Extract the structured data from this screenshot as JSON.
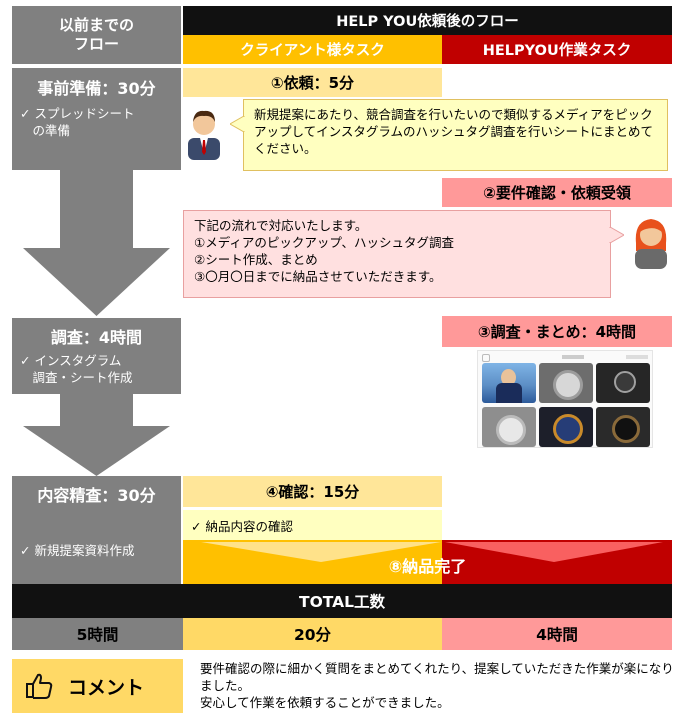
{
  "left_header": "以前までの\nフロー",
  "help_header": "HELP YOU依頼後のフロー",
  "client_tasks_header": "クライアント様タスク",
  "helpyou_tasks_header": "HELPYOU作業タスク",
  "prev_flow": [
    {
      "title": "事前準備：30分",
      "sub": "✓ スプレッドシート\n　の準備"
    },
    {
      "title": "調査：4時間",
      "sub": "✓ インスタグラム\n　調査・シート作成"
    },
    {
      "title": "内容精査：30分",
      "sub": "✓ 新規提案資料作成"
    }
  ],
  "steps": {
    "request_title": "①依頼：5分",
    "request_bubble": "新規提案にあたり、競合調査を行いたいので類似するメディアをピックアップしてインスタグラムのハッシュタグ調査を行いシートにまとめてください。",
    "requirements_title": "②要件確認・依頼受領",
    "requirements_bubble": "下記の流れで対応いたします。\n①メディアのピックアップ、ハッシュタグ調査\n②シート作成、まとめ\n③〇月〇日までに納品させていただきます。",
    "research_title": "③調査・まとめ：4時間",
    "confirm_title": "④確認：15分",
    "confirm_item": "✓ 納品内容の確認",
    "delivery": "⑧納品完了"
  },
  "total": {
    "title": "TOTAL工数",
    "before": "5時間",
    "client": "20分",
    "helpyou": "4時間"
  },
  "comment": {
    "label": "コメント",
    "text": "要件確認の際に細かく質問をまとめてくれたり、提案していただきた作業が楽になりました。\n安心して作業を依頼することができました。"
  },
  "colors": {
    "grey": "#808080",
    "yellow": "#ffc000",
    "red": "#c00000",
    "light_yellow": "#ffe699",
    "pink": "#ff9999",
    "dark": "#111111"
  },
  "icons": [
    "man-avatar-icon",
    "woman-avatar-icon",
    "thumbs-up-icon",
    "instagram-screenshot-thumbnail"
  ]
}
